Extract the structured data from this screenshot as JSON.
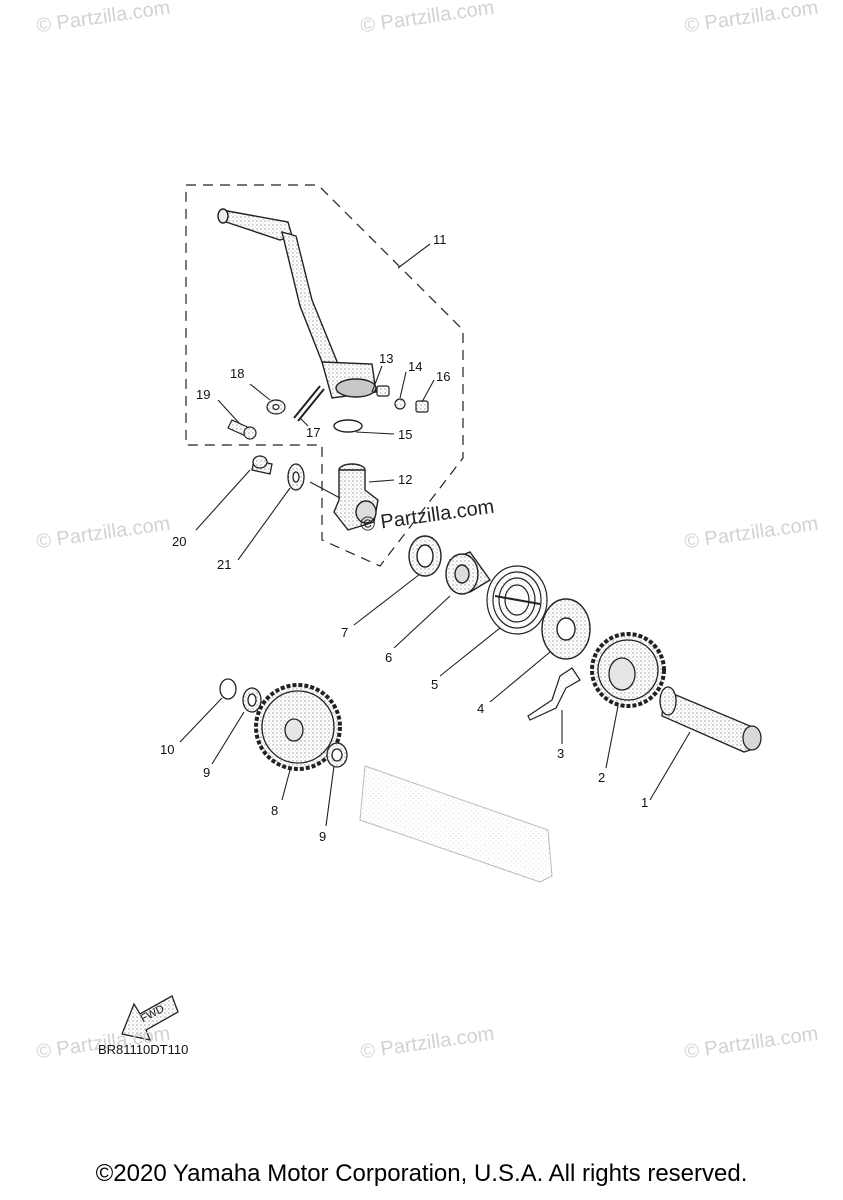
{
  "watermarks": [
    "© Partzilla.com",
    "© Partzilla.com",
    "© Partzilla.com",
    "© Partzilla.com",
    "© Partzilla.com",
    "© Partzilla.com",
    "© Partzilla.com",
    "© Partzilla.com"
  ],
  "center_watermark": "© Partzilla.com",
  "fwd_label": "FWD",
  "diagram_code": "BR81110DT110",
  "copyright": "©2020 Yamaha Motor Corporation, U.S.A. All rights reserved.",
  "callouts": [
    "1",
    "2",
    "3",
    "4",
    "5",
    "6",
    "7",
    "8",
    "9",
    "9",
    "10",
    "11",
    "12",
    "13",
    "14",
    "15",
    "16",
    "17",
    "18",
    "19",
    "20",
    "21"
  ]
}
